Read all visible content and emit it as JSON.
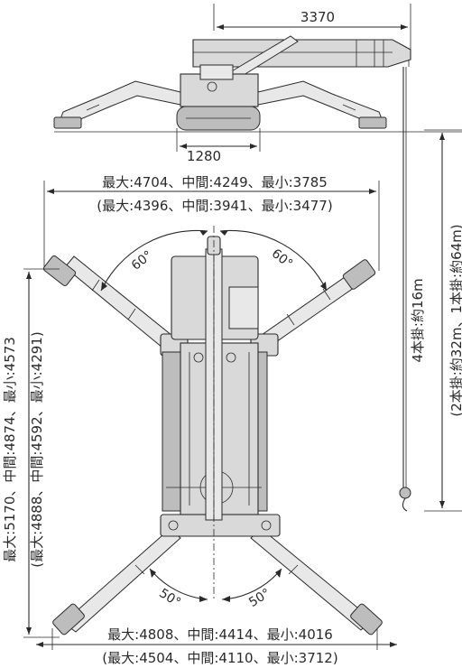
{
  "side_view": {
    "boom_length": "3370",
    "track_width": "1280"
  },
  "plan_view": {
    "front_span_main": "最大:4704、中間:4249、最小:3785",
    "front_span_alt": "(最大:4396、中間:3941、最小:3477)",
    "rear_span_main": "最大:4808、中間:4414、最小:4016",
    "rear_span_alt": "(最大:4504、中間:4110、最小:3712)",
    "length_main": "最大:5170、中間:4874、最小:4573",
    "length_alt": "(最大:4888、中間:4592、最小:4291)",
    "front_angle_left": "60°",
    "front_angle_right": "60°",
    "rear_angle_left": "50°",
    "rear_angle_right": "50°"
  },
  "hoist": {
    "line_main": "4本掛:約16m",
    "line_alt": "(2本掛:約32m、1本掛:約64m)"
  }
}
